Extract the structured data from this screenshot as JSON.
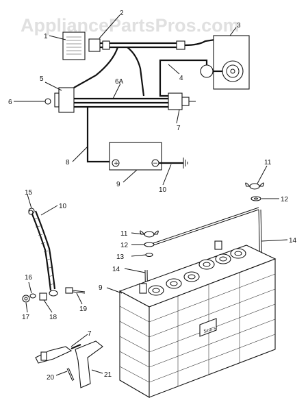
{
  "watermark": "AppliancePartsPros.com",
  "battery_brand": "Sears",
  "terminal_positive": "+",
  "terminal_negative": "−",
  "callouts": [
    "1",
    "2",
    "3",
    "4",
    "5",
    "6",
    "6A",
    "7",
    "8",
    "9",
    "10",
    "11",
    "12",
    "13",
    "14",
    "15",
    "16",
    "17",
    "18",
    "19",
    "20",
    "21"
  ],
  "callouts_repeat": [
    "11",
    "12",
    "14",
    "9"
  ]
}
